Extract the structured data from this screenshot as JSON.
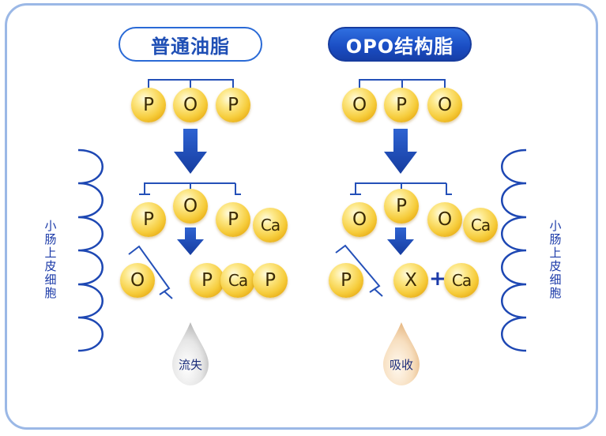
{
  "left": {
    "title": "普通油脂",
    "top_row": [
      "P",
      "O",
      "P"
    ],
    "mid_row": [
      "P",
      "O",
      "P",
      "Ca"
    ],
    "bottom_left": "O",
    "bottom_right": [
      "P",
      "Ca",
      "P"
    ],
    "result": "流失"
  },
  "right": {
    "title": "OPO结构脂",
    "top_row": [
      "O",
      "P",
      "O"
    ],
    "mid_row": [
      "O",
      "P",
      "O",
      "Ca"
    ],
    "bottom_left": "P",
    "bottom_x": "X",
    "plus": "+",
    "bottom_ca": "Ca",
    "result": "吸收"
  },
  "side_label": [
    "小",
    "肠",
    "上",
    "皮",
    "细",
    "胞"
  ],
  "colors": {
    "border": "#9bb8e6",
    "pill_blue": "#1f4fb5",
    "arrow_blue": "#1a47b8",
    "ball_gold": "#f6cc3b",
    "drop_loss": "#c9c9c9",
    "drop_absorb": "#f3d2a6"
  }
}
